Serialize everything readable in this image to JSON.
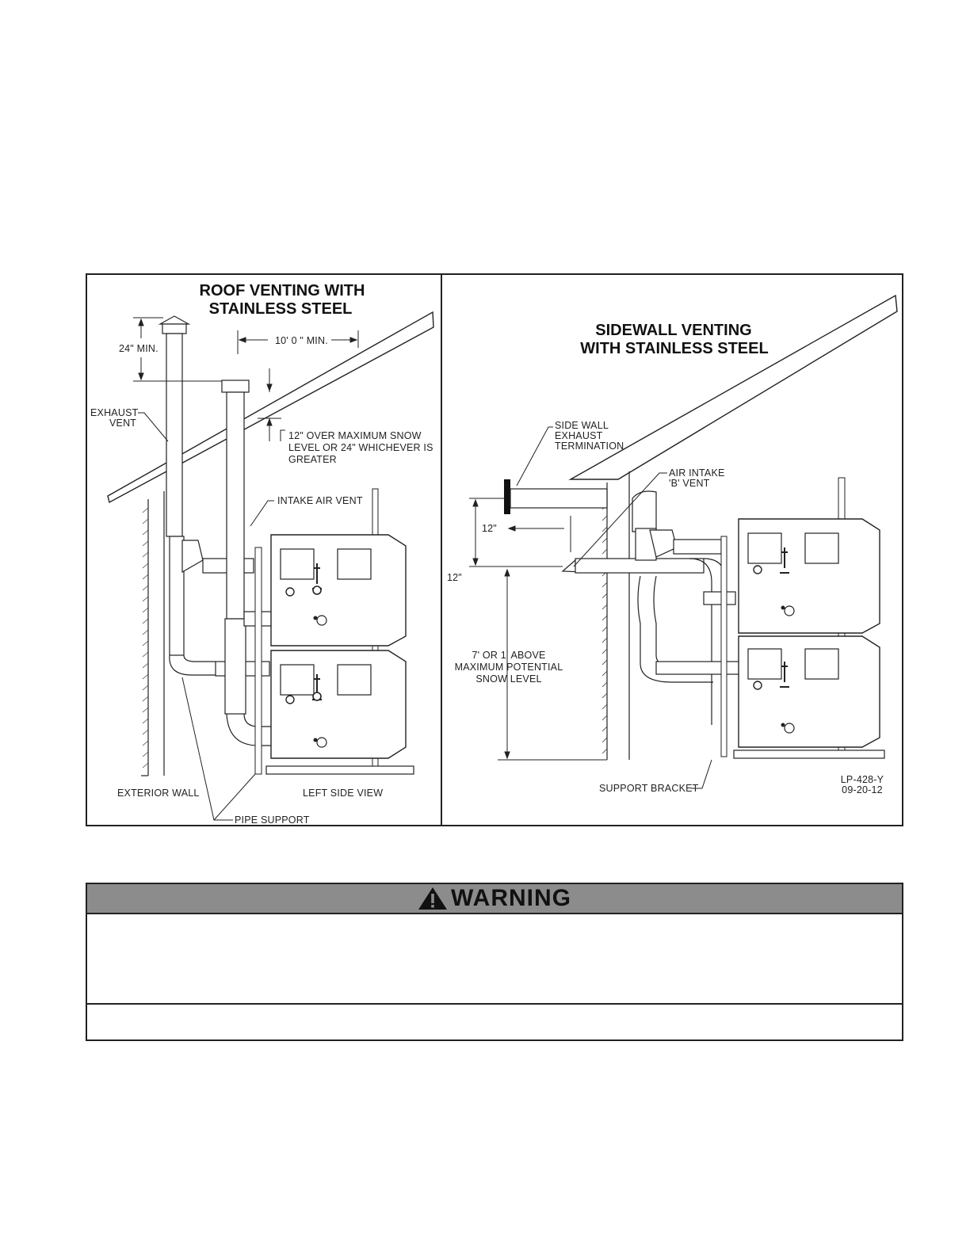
{
  "left_panel": {
    "title_line1": "ROOF VENTING WITH",
    "title_line2": "STAINLESS STEEL",
    "dim_24": "24\" MIN.",
    "dim_10": "10' 0 \" MIN.",
    "exhaust_line1": "EXHAUST",
    "exhaust_line2": "VENT",
    "snow_line1": "12\" OVER MAXIMUM SNOW",
    "snow_line2": "LEVEL OR 24\" WHICHEVER IS",
    "snow_line3": "GREATER",
    "intake": "INTAKE AIR VENT",
    "exterior_wall": "EXTERIOR WALL",
    "left_side_view": "LEFT SIDE VIEW",
    "pipe_support": "PIPE SUPPORT"
  },
  "right_panel": {
    "title_line1": "SIDEWALL VENTING",
    "title_line2": "WITH STAINLESS STEEL",
    "term_line1": "SIDE WALL",
    "term_line2": "EXHAUST",
    "term_line3": "TERMINATION",
    "intake_line1": "AIR INTAKE",
    "intake_line2": "'B' VENT",
    "dim_12a": "12\"",
    "dim_12b": "12\"",
    "snow_line1": "7' OR 1' ABOVE",
    "snow_line2": "MAXIMUM POTENTIAL",
    "snow_line3": "SNOW LEVEL",
    "support_bracket": "SUPPORT BRACKET",
    "drawing_no": "LP-428-Y",
    "drawing_date": "09-20-12"
  },
  "warning": {
    "label": "WARNING",
    "body": "",
    "footer": ""
  }
}
